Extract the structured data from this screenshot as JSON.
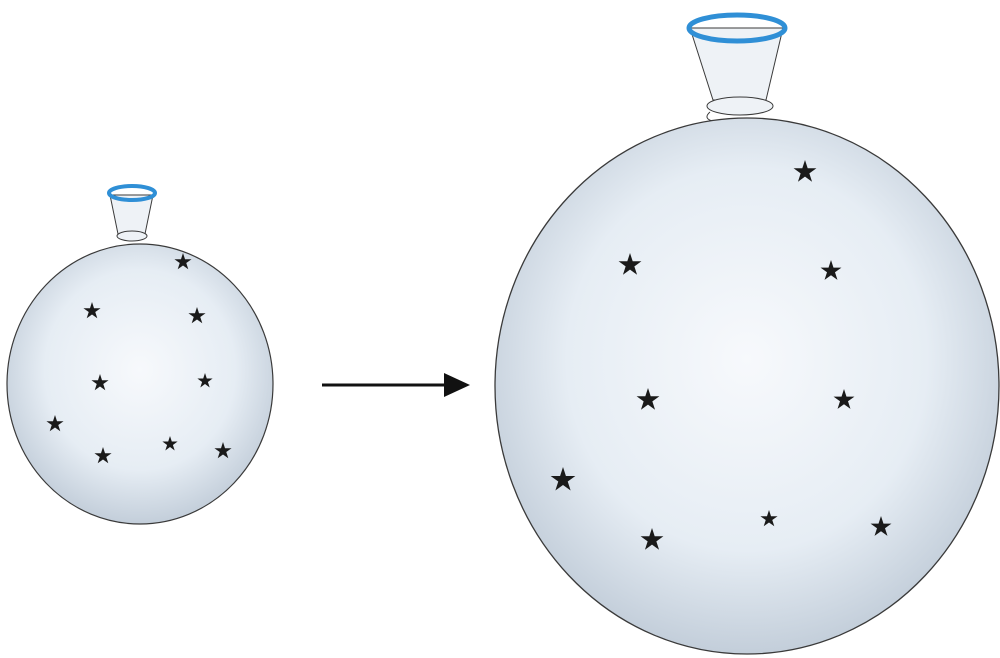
{
  "diagram": {
    "colors": {
      "background": "#ffffff",
      "balloon_center": "#f7f9fc",
      "balloon_mid": "#e6edf4",
      "balloon_edge": "#c3ceda",
      "balloon_outline": "#3a3a3a",
      "neck_fill": "#eef2f6",
      "rim": "#2f8fd6",
      "star": "#1a1a1a",
      "arrow": "#111111"
    },
    "balloons": [
      {
        "name": "small-balloon",
        "star_count": 9
      },
      {
        "name": "large-balloon",
        "star_count": 9
      }
    ],
    "arrow": {
      "name": "arrow",
      "meaning": "expansion"
    },
    "icons": {
      "star": "star-icon",
      "arrow": "arrow-right-icon"
    }
  }
}
